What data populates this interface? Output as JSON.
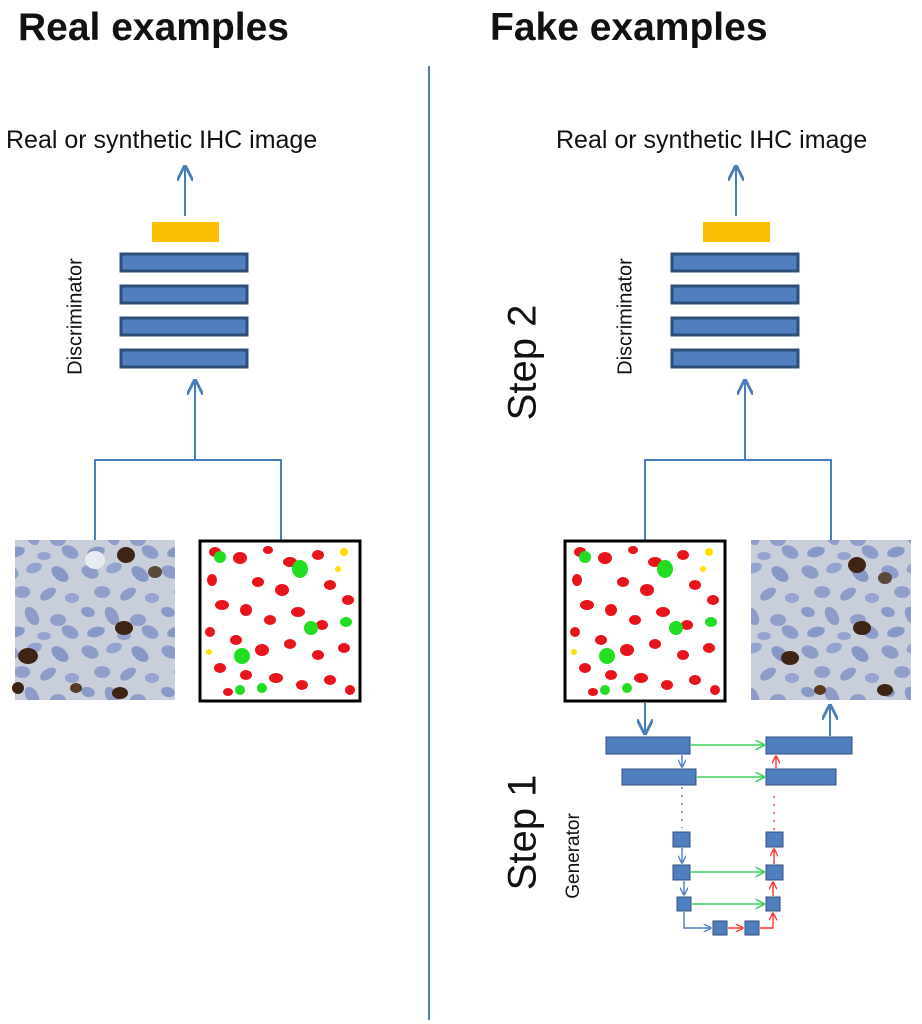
{
  "left_panel": {
    "title": "Real examples",
    "caption": "Real or synthetic  IHC image",
    "discriminator_label": "Discriminator",
    "images": [
      "ihc-stain-image",
      "segmentation-mask-image"
    ]
  },
  "right_panel": {
    "title": "Fake examples",
    "caption": "Real or synthetic  IHC image",
    "discriminator_label": "Discriminator",
    "step2_label": "Step 2",
    "step1_label": "Step 1",
    "generator_label": "Generator",
    "images": [
      "segmentation-mask-image",
      "synthetic-ihc-image"
    ]
  },
  "colors": {
    "divider": "#4a7ebb",
    "layer_fill": "#4f7fbf",
    "layer_stroke": "#2f4f7a",
    "output_block": "#f8c000",
    "arrow": "#4a7ebb",
    "skip_connection": "#3fcf5f",
    "upsample_arrow": "#ff3030",
    "mask_red": "#e8141c",
    "mask_green": "#22dd22",
    "ihc_background": "#c9cfda",
    "ihc_nucleus_blue": "#8d9cc9",
    "ihc_nucleus_brown": "#3e2414"
  }
}
